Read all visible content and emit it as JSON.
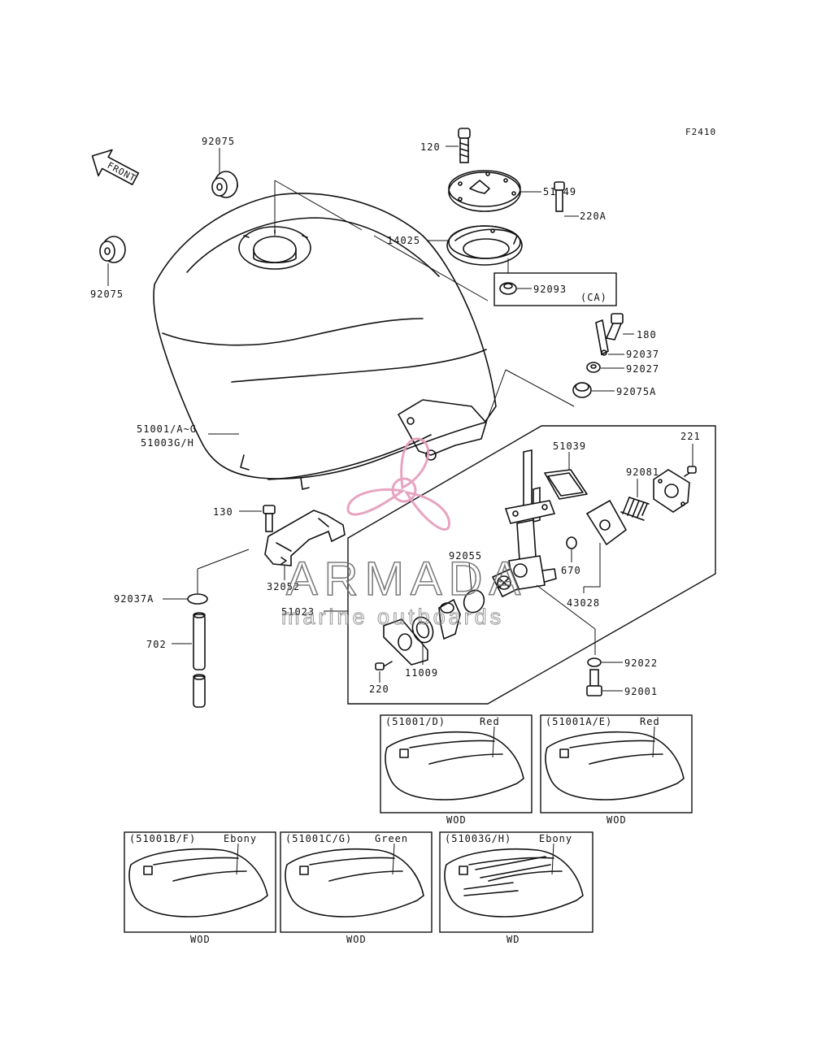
{
  "figure_code": "F2410",
  "front_arrow_label": "FRONT",
  "part_labels": {
    "p92075_top": "92075",
    "p92075_left": "92075",
    "p120": "120",
    "p51049": "51049",
    "p220A": "220A",
    "p14025": "14025",
    "p92093": "92093",
    "ca": "(CA)",
    "p180": "180",
    "p92037": "92037",
    "p92027": "92027",
    "p92075A": "92075A",
    "p51001": "51001/A~G",
    "p51003": "51003G/H",
    "p51039": "51039",
    "p221": "221",
    "p92081": "92081",
    "p130": "130",
    "p670": "670",
    "p43028": "43028",
    "p92055": "92055",
    "p32052": "32052",
    "p51023": "51023",
    "p92037A": "92037A",
    "p702": "702",
    "p11009": "11009",
    "p220": "220",
    "p92022": "92022",
    "p92001": "92001"
  },
  "color_variants": [
    {
      "code": "(51001/D)",
      "color": "Red",
      "note": "WOD"
    },
    {
      "code": "(51001A/E)",
      "color": "Red",
      "note": "WOD"
    },
    {
      "code": "(51001B/F)",
      "color": "Ebony",
      "note": "WOD"
    },
    {
      "code": "(51001C/G)",
      "color": "Green",
      "note": "WOD"
    },
    {
      "code": "(51003G/H)",
      "color": "Ebony",
      "note": "WD"
    }
  ],
  "watermark": {
    "brand": "ARMADA",
    "tagline": "marine outboards",
    "logo_color": "#e59bbb",
    "text_color": "#6e6e6e"
  }
}
